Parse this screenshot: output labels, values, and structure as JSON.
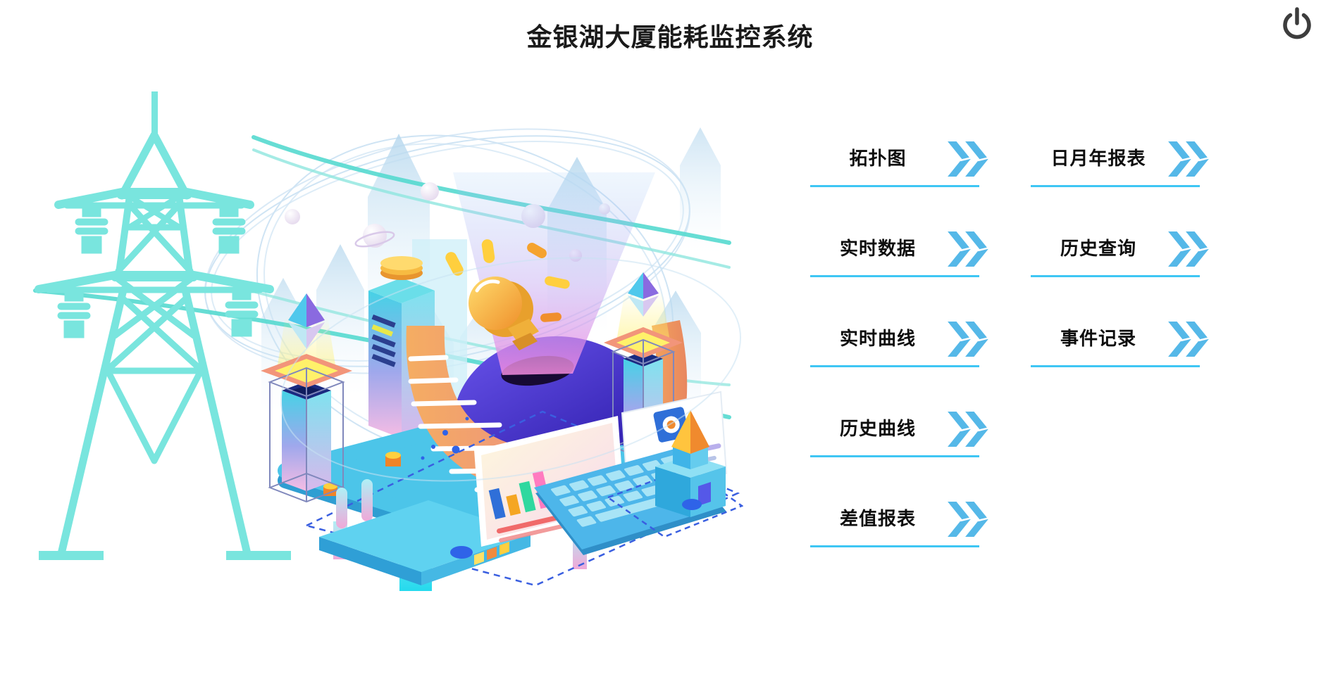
{
  "header": {
    "title": "金银湖大厦能耗监控系统"
  },
  "toolbar": {
    "power_icon": "power-icon"
  },
  "menu": {
    "arrow_icon": "double-chevron-right-icon",
    "columns": [
      {
        "items": [
          {
            "label": "拓扑图"
          },
          {
            "label": "实时数据"
          },
          {
            "label": "实时曲线"
          },
          {
            "label": "历史曲线"
          },
          {
            "label": "差值报表"
          }
        ]
      },
      {
        "items": [
          {
            "label": "日月年报表"
          },
          {
            "label": "历史查询"
          },
          {
            "label": "事件记录"
          }
        ]
      }
    ]
  },
  "illustration": {
    "icons": [
      "transmission-tower",
      "power-lines",
      "orbit-rings",
      "planet-spheres",
      "smart-building",
      "energy-dome",
      "light-beam",
      "lightbulb-icon",
      "ribbon-wall",
      "crystal-towers",
      "laptop",
      "router",
      "pyramid-pedestal"
    ]
  },
  "colors": {
    "accent_chevron_blue": "#55B8E8",
    "underline_cyan": "#3EC6F4",
    "tower_teal": "#79E5DE",
    "power_icon_gray": "#3D3D3D",
    "title_text": "#1A1A1A",
    "dome_indigo": "#2D1CAB",
    "beam_pink": "#F58CE1",
    "bulb_gold": "#F5A32E"
  }
}
